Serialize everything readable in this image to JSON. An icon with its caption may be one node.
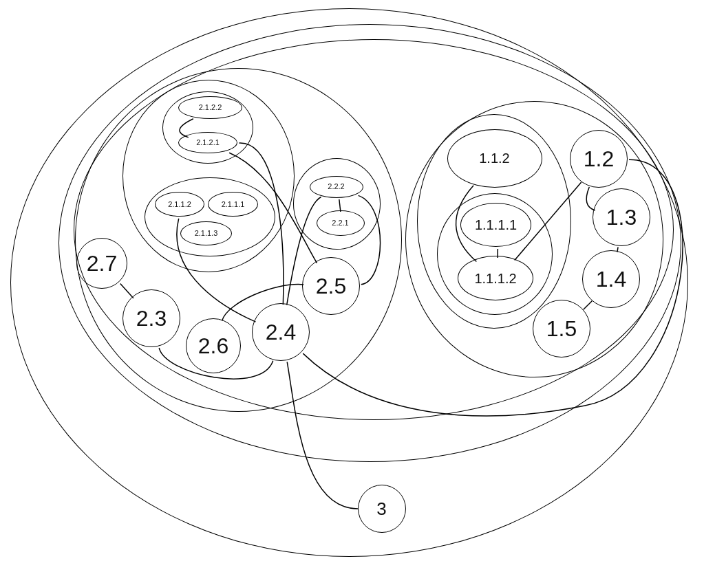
{
  "diagram": {
    "nodes": [
      {
        "text": [],
        "shape": "ellipse"
      },
      {
        "text": [],
        "shape": "ellipse",
        "in": 0
      },
      {
        "text": [],
        "shape": "ellipse",
        "in": 1
      },
      {
        "text": [],
        "shape": "ellipse",
        "in": 2
      },
      {
        "text": [],
        "shape": "ellipse",
        "in": 3
      },
      {
        "text": [],
        "shape": "ellipse",
        "in": 4
      },
      {
        "text": [
          "2.1.2.2"
        ],
        "in": 5
      },
      {
        "text": [
          "2.1.2.1"
        ],
        "in": 5
      },
      {
        "text": [],
        "shape": "ellipse",
        "in": 4
      },
      {
        "text": [
          "2.1.1.2"
        ],
        "in": 8
      },
      {
        "text": [
          "2.1.1.1"
        ],
        "in": 8
      },
      {
        "text": [
          "2.1.1.3"
        ],
        "in": 8
      },
      {
        "text": [],
        "shape": "ellipse",
        "in": 3
      },
      {
        "text": [
          "2.2.2"
        ],
        "in": 12
      },
      {
        "text": [
          "2.2.1"
        ],
        "in": 12
      },
      {
        "text": [
          "2.7"
        ],
        "in": 3
      },
      {
        "text": [
          "2.3"
        ],
        "in": 3
      },
      {
        "text": [
          "2.6"
        ],
        "in": 3
      },
      {
        "text": [
          "2.4"
        ],
        "in": 3
      },
      {
        "text": [
          "2.5"
        ],
        "in": 3
      },
      {
        "text": [],
        "shape": "ellipse",
        "in": 2
      },
      {
        "text": [],
        "shape": "ellipse",
        "in": 20
      },
      {
        "text": [
          "1.1.2"
        ],
        "in": 21
      },
      {
        "text": [],
        "shape": "ellipse",
        "in": 21
      },
      {
        "text": [
          "1.1.1.1"
        ],
        "in": 23
      },
      {
        "text": [
          "1.1.1.2"
        ],
        "in": 23
      },
      {
        "text": [
          "1.2"
        ],
        "in": 20
      },
      {
        "text": [
          "1.3"
        ],
        "in": 20
      },
      {
        "text": [
          "1.4"
        ],
        "in": 20
      },
      {
        "text": [
          "1.5"
        ],
        "in": 20
      },
      {
        "text": [
          "3"
        ],
        "in": 0
      }
    ],
    "edges": [
      {
        "from": 6,
        "to": 7,
        "arrow": "none"
      },
      {
        "from": 7,
        "to": 18,
        "arrow": "none"
      },
      {
        "from": 7,
        "to": 19,
        "arrow": "none"
      },
      {
        "from": 9,
        "to": 18,
        "arrow": "none"
      },
      {
        "from": 13,
        "to": 14,
        "arrow": "none"
      },
      {
        "from": 13,
        "to": 18,
        "arrow": "none"
      },
      {
        "from": 13,
        "to": 19,
        "arrow": "none"
      },
      {
        "from": 19,
        "to": 17,
        "arrow": "none"
      },
      {
        "from": 15,
        "to": 16,
        "arrow": "none"
      },
      {
        "from": 16,
        "to": 18,
        "arrow": "none"
      },
      {
        "from": 18,
        "to": 30,
        "arrow": "none"
      },
      {
        "from": 18,
        "to": 26,
        "arrow": "none"
      },
      {
        "from": 22,
        "to": 25,
        "arrow": "none"
      },
      {
        "from": 24,
        "to": 25,
        "arrow": "none"
      },
      {
        "from": 26,
        "to": 25,
        "arrow": "none"
      },
      {
        "from": 26,
        "to": 27,
        "arrow": "none"
      },
      {
        "from": 27,
        "to": 28,
        "arrow": "none"
      },
      {
        "from": 28,
        "to": 29,
        "arrow": "none"
      }
    ]
  }
}
